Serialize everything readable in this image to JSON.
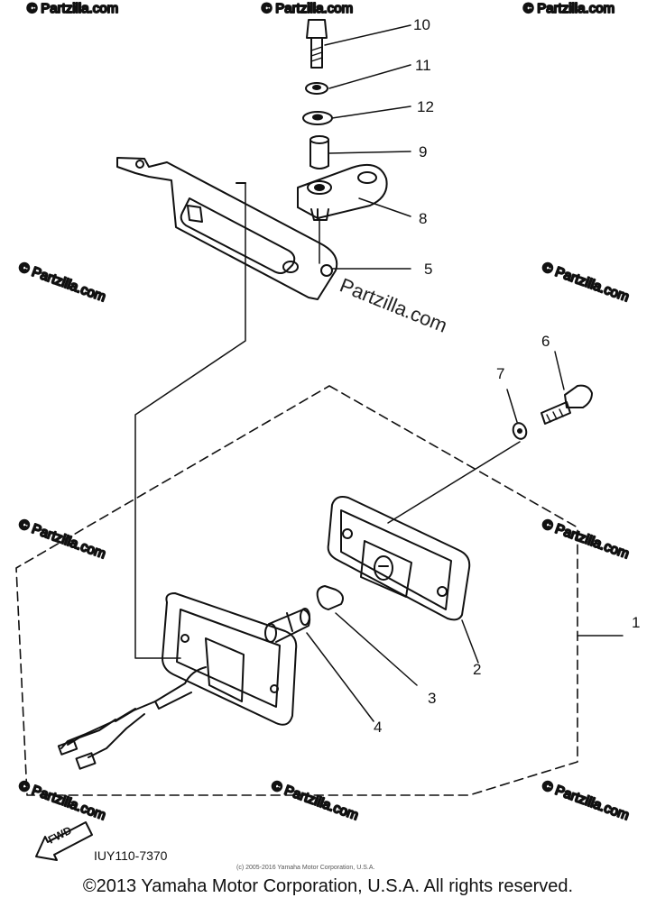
{
  "callouts": [
    "1",
    "2",
    "3",
    "4",
    "5",
    "6",
    "7",
    "8",
    "9",
    "10",
    "11",
    "12"
  ],
  "watermark": {
    "center_text": "Partzilla.com",
    "corner_text": "© Partzilla.com"
  },
  "part_code": "IUY110-7370",
  "fwd_label": "FWD",
  "small_copyright": "(c) 2005-2016 Yamaha Motor Corporation, U.S.A.",
  "copyright": "©2013 Yamaha Motor Corporation, U.S.A. All rights reserved."
}
